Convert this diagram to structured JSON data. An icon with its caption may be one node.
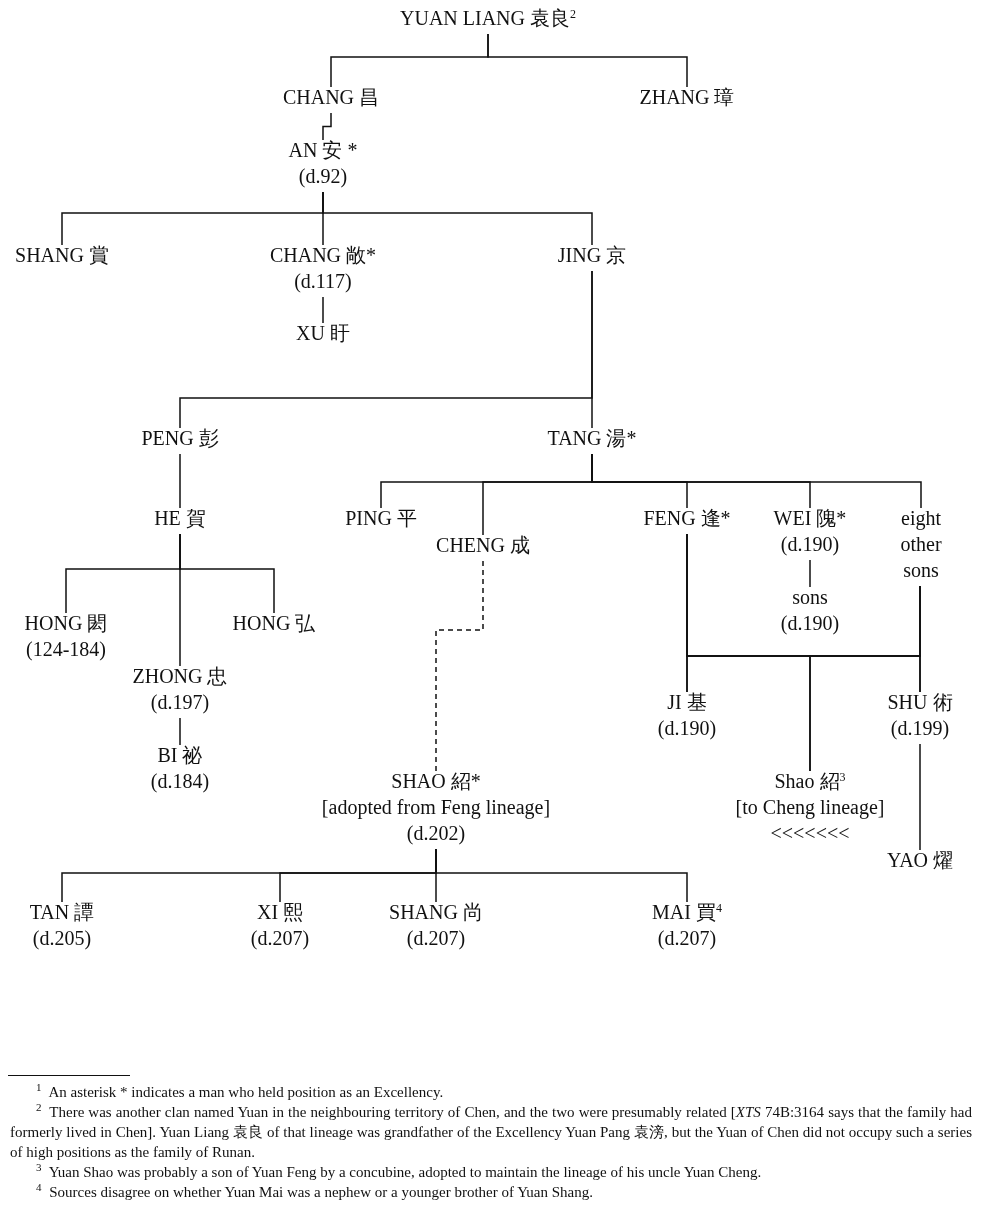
{
  "diagram": {
    "nodes": [
      {
        "text": [
          "YUAN LIANG 袁良$^{2}$"
        ]
      },
      {
        "text": [
          "CHANG 昌"
        ]
      },
      {
        "text": [
          "ZHANG 璋"
        ]
      },
      {
        "text": [
          "AN 安 *",
          "(d.92)"
        ]
      },
      {
        "text": [
          "SHANG 賞"
        ]
      },
      {
        "text": [
          "CHANG 敞*",
          "(d.117)"
        ]
      },
      {
        "text": [
          "JING 京"
        ]
      },
      {
        "text": [
          "XU 盱"
        ]
      },
      {
        "text": [
          "PENG 彭"
        ]
      },
      {
        "text": [
          "TANG 湯*"
        ]
      },
      {
        "text": [
          "HE 賀"
        ]
      },
      {
        "text": [
          "PING 平"
        ]
      },
      {
        "text": [
          "CHENG 成"
        ]
      },
      {
        "text": [
          "FENG 逢*"
        ]
      },
      {
        "text": [
          "WEI 隗*",
          "(d.190)"
        ]
      },
      {
        "text": [
          "eight other sons"
        ]
      },
      {
        "text": [
          "HONG 閎",
          "(124-184)"
        ]
      },
      {
        "text": [
          "HONG 弘"
        ]
      },
      {
        "text": [
          "sons",
          "(d.190)"
        ]
      },
      {
        "text": [
          "ZHONG 忠",
          "(d.197)"
        ]
      },
      {
        "text": [
          "JI 基",
          "(d.190)"
        ]
      },
      {
        "text": [
          "SHU 術",
          "(d.199)"
        ]
      },
      {
        "text": [
          "BI 祕",
          "(d.184)"
        ]
      },
      {
        "text": [
          "SHAO 紹*",
          "[adopted from Feng lineage]",
          "(d.202)"
        ]
      },
      {
        "text": [
          "Shao 紹$^{3}$",
          "[to Cheng lineage]",
          "<<<<<<<"
        ]
      },
      {
        "text": [
          "YAO 燿"
        ]
      },
      {
        "text": [
          "TAN 譚",
          "(d.205)"
        ]
      },
      {
        "text": [
          "XI 熙",
          "(d.207)"
        ]
      },
      {
        "text": [
          "SHANG 尚",
          "(d.207)"
        ]
      },
      {
        "text": [
          "MAI 買$^{4}$",
          "(d.207)"
        ]
      }
    ],
    "edges": [
      {
        "from": 0,
        "to": 1,
        "arrow": "none"
      },
      {
        "from": 0,
        "to": 2,
        "arrow": "none"
      },
      {
        "from": 1,
        "to": 3,
        "arrow": "none"
      },
      {
        "from": 3,
        "to": 4,
        "arrow": "none"
      },
      {
        "from": 3,
        "to": 5,
        "arrow": "none"
      },
      {
        "from": 3,
        "to": 6,
        "arrow": "none"
      },
      {
        "from": 5,
        "to": 7,
        "arrow": "none"
      },
      {
        "from": 6,
        "to": 8,
        "arrow": "none"
      },
      {
        "from": 6,
        "to": 9,
        "arrow": "none"
      },
      {
        "from": 8,
        "to": 10,
        "arrow": "none"
      },
      {
        "from": 9,
        "to": 11,
        "arrow": "none"
      },
      {
        "from": 9,
        "to": 12,
        "arrow": "none"
      },
      {
        "from": 9,
        "to": 13,
        "arrow": "none"
      },
      {
        "from": 9,
        "to": 14,
        "arrow": "none"
      },
      {
        "from": 9,
        "to": 15,
        "arrow": "none"
      },
      {
        "from": 10,
        "to": 16,
        "arrow": "none"
      },
      {
        "from": 10,
        "to": 19,
        "arrow": "none"
      },
      {
        "from": 10,
        "to": 17,
        "arrow": "none"
      },
      {
        "from": 14,
        "to": 18,
        "arrow": "none"
      },
      {
        "from": 12,
        "to": 23,
        "arrow": "none",
        "style": "dashed"
      },
      {
        "from": 13,
        "to": 20,
        "arrow": "none"
      },
      {
        "from": 13,
        "to": 24,
        "arrow": "none"
      },
      {
        "from": 13,
        "to": 21,
        "arrow": "none"
      },
      {
        "from": 15,
        "to": 20,
        "arrow": "none"
      },
      {
        "from": 15,
        "to": 24,
        "arrow": "none"
      },
      {
        "from": 15,
        "to": 21,
        "arrow": "none"
      },
      {
        "from": 19,
        "to": 22,
        "arrow": "none"
      },
      {
        "from": 21,
        "to": 25,
        "arrow": "none"
      },
      {
        "from": 23,
        "to": 26,
        "arrow": "none"
      },
      {
        "from": 23,
        "to": 27,
        "arrow": "none"
      },
      {
        "from": 23,
        "to": 28,
        "arrow": "none"
      },
      {
        "from": 23,
        "to": 29,
        "arrow": "none"
      }
    ],
    "labels": [
      "$^{1}$ An asterisk * indicates a man who held position as an Excellency.",
      "$^{2}$ There was another clan named Yuan in the neighbouring territory of Chen, and the two were presumably related [*XTS* 74B:3164 says that the family had formerly lived in Chen]. Yuan Liang 袁良 of that lineage was grandfather of the Excellency Yuan Pang 袁滂, but the Yuan of Chen did not occupy such a series of high positions as the family of Runan.",
      "$^{3}$ Yuan Shao was probably a son of Yuan Feng by a concubine, adopted to maintain the lineage of his uncle Yuan Cheng.",
      "$^{4}$ Sources disagree on whether Yuan Mai was a nephew or a younger brother of Yuan Shang."
    ]
  }
}
